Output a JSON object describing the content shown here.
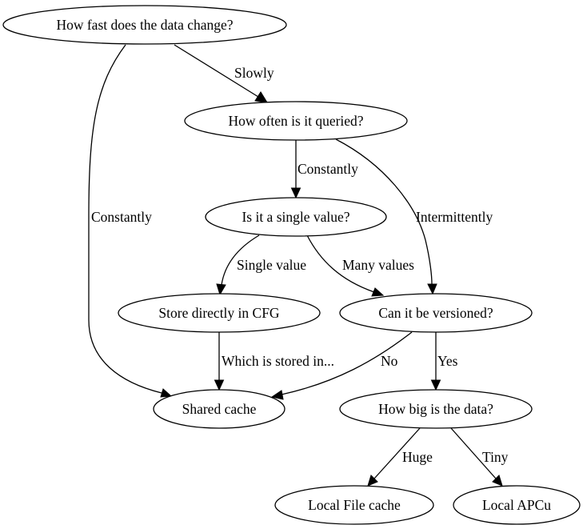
{
  "nodes": {
    "q_change": "How fast does the data change?",
    "q_queried": "How often is it queried?",
    "q_single": "Is it a single value?",
    "store_cfg": "Store directly in CFG",
    "q_version": "Can it be versioned?",
    "shared": "Shared cache",
    "q_big": "How big is the data?",
    "local_file": "Local File cache",
    "local_apcu": "Local APCu"
  },
  "edges": [
    {
      "from": "q_change",
      "to": "q_queried",
      "label": "Slowly"
    },
    {
      "from": "q_change",
      "to": "shared",
      "label": "Constantly"
    },
    {
      "from": "q_queried",
      "to": "q_single",
      "label": "Constantly"
    },
    {
      "from": "q_queried",
      "to": "q_version",
      "label": "Intermittently"
    },
    {
      "from": "q_single",
      "to": "store_cfg",
      "label": "Single value"
    },
    {
      "from": "q_single",
      "to": "q_version",
      "label": "Many values"
    },
    {
      "from": "store_cfg",
      "to": "shared",
      "label": "Which is stored in..."
    },
    {
      "from": "q_version",
      "to": "shared",
      "label": "No"
    },
    {
      "from": "q_version",
      "to": "q_big",
      "label": "Yes"
    },
    {
      "from": "q_big",
      "to": "local_file",
      "label": "Huge"
    },
    {
      "from": "q_big",
      "to": "local_apcu",
      "label": "Tiny"
    }
  ]
}
